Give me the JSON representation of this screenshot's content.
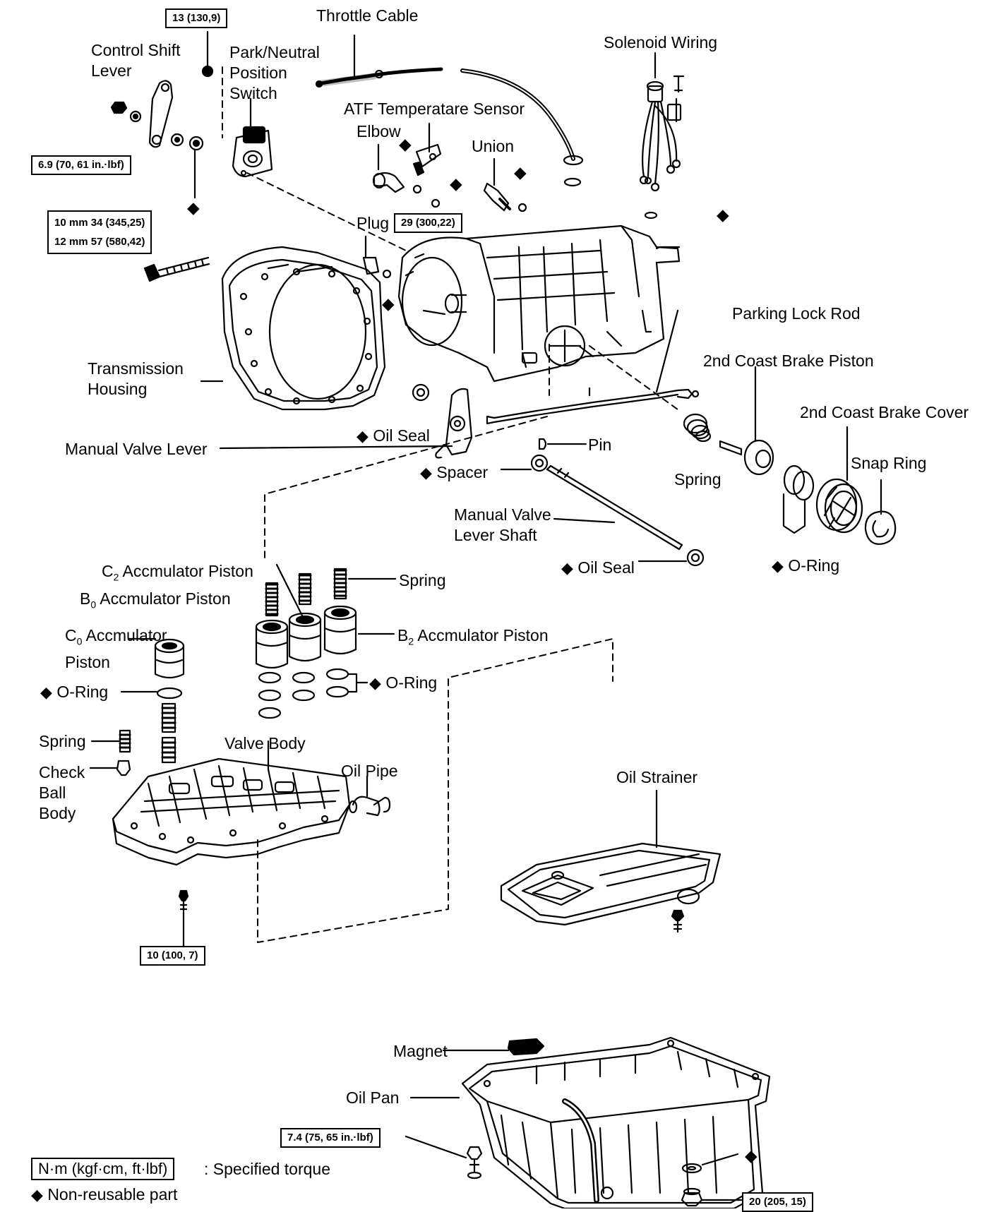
{
  "labels": {
    "throttle_cable": "Throttle Cable",
    "solenoid_wiring": "Solenoid Wiring",
    "control_shift_lever": [
      "Control Shift",
      "Lever"
    ],
    "park_neutral_switch": [
      "Park/Neutral",
      "Position",
      "Switch"
    ],
    "atf_sensor": "ATF Temperatare Sensor",
    "elbow": "Elbow",
    "union": "Union",
    "plug": "Plug",
    "transmission_housing": [
      "Transmission",
      "Housing"
    ],
    "parking_lock_rod": "Parking Lock Rod",
    "second_coast_brake_piston": "2nd Coast Brake Piston",
    "second_coast_brake_cover": "2nd Coast Brake Cover",
    "snap_ring": "Snap Ring",
    "oil_seal_1": "Oil Seal",
    "manual_valve_lever": "Manual Valve Lever",
    "pin": "Pin",
    "spacer": "Spacer",
    "spring_1": "Spring",
    "manual_valve_lever_shaft": [
      "Manual Valve",
      "Lever Shaft"
    ],
    "oil_seal_2": "Oil Seal",
    "o_ring_1": "O-Ring",
    "c2_accumulator": {
      "pre": "C",
      "sub": "2",
      "post": " Accmulator Piston"
    },
    "spring_2": "Spring",
    "b0_accumulator": {
      "pre": "B",
      "sub": "0",
      "post": " Accmulator Piston"
    },
    "c0_accumulator": {
      "pre": "C",
      "sub": "0",
      "post": " Accmulator",
      "line2": "Piston"
    },
    "b2_accumulator": {
      "pre": "B",
      "sub": "2",
      "post": " Accmulator Piston"
    },
    "o_ring_2": "O-Ring",
    "o_ring_3": "O-Ring",
    "spring_3": "Spring",
    "check_ball_body": [
      "Check",
      "Ball",
      "Body"
    ],
    "valve_body": "Valve Body",
    "oil_pipe": "Oil Pipe",
    "oil_strainer": "Oil Strainer",
    "magnet": "Magnet",
    "oil_pan": "Oil Pan"
  },
  "torque_specs": {
    "t1": "13 (130,9)",
    "t2": "6.9 (70, 61 in.·lbf)",
    "t3_line1": "10 mm 34 (345,25)",
    "t3_line2": "12 mm 57 (580,42)",
    "t4": "29 (300,22)",
    "t5": "10 (100, 7)",
    "t6": "7.4 (75, 65 in.·lbf)",
    "t7": "20 (205, 15)"
  },
  "legend": {
    "torque_box": "N·m (kgf·cm, ft·lbf)",
    "torque_text": ": Specified torque",
    "nonreusable_text": "Non-reusable part"
  },
  "diamond_glyph": "◆"
}
